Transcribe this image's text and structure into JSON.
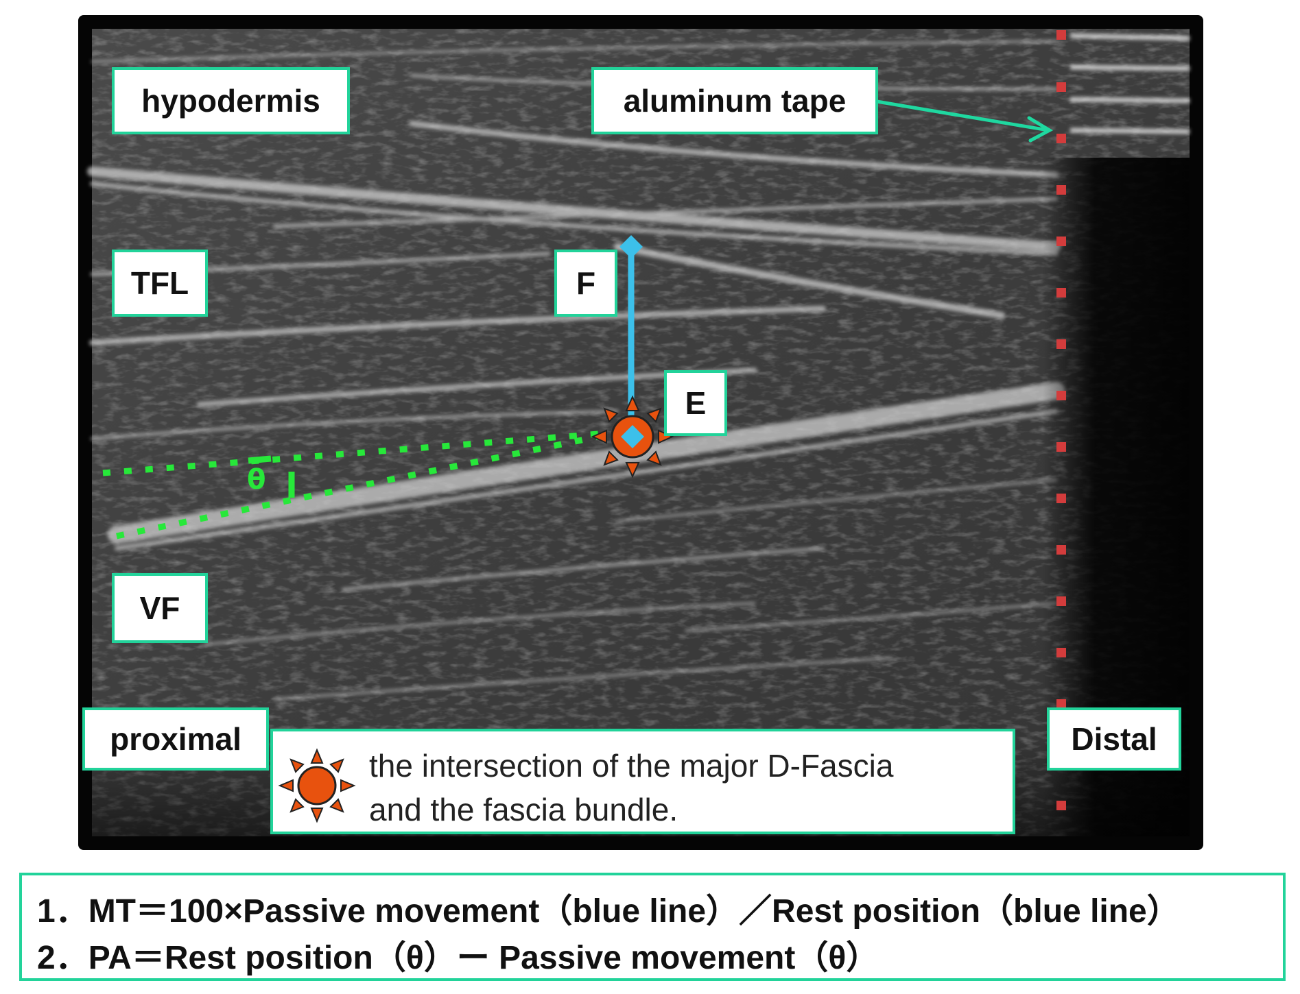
{
  "labels": {
    "hypodermis": "hypodermis",
    "aluminum_tape": "aluminum tape",
    "tfl": "TFL",
    "f": "F",
    "e": "E",
    "vf": "VF",
    "proximal": "proximal",
    "distal": "Distal",
    "theta": "θ"
  },
  "legend": {
    "line1": "the intersection of the major D-Fascia",
    "line2": "and the fascia bundle.",
    "icon": "orange-sun-marker-icon"
  },
  "formulas": {
    "line1": "1．MT＝100×Passive movement（blue line）／Rest position（blue line）",
    "line2": "2．PA＝Rest position（θ）ー Passive movement（θ）"
  },
  "colors": {
    "label_border": "#22d39a",
    "tape_arrow": "#1fd8a0",
    "thickness_line": "#3cc0ea",
    "angle_lines": "#27e83a",
    "distal_marker": "#d33c3c",
    "intersection_marker": "#e8520e",
    "ultrasound_background": "#444444"
  }
}
